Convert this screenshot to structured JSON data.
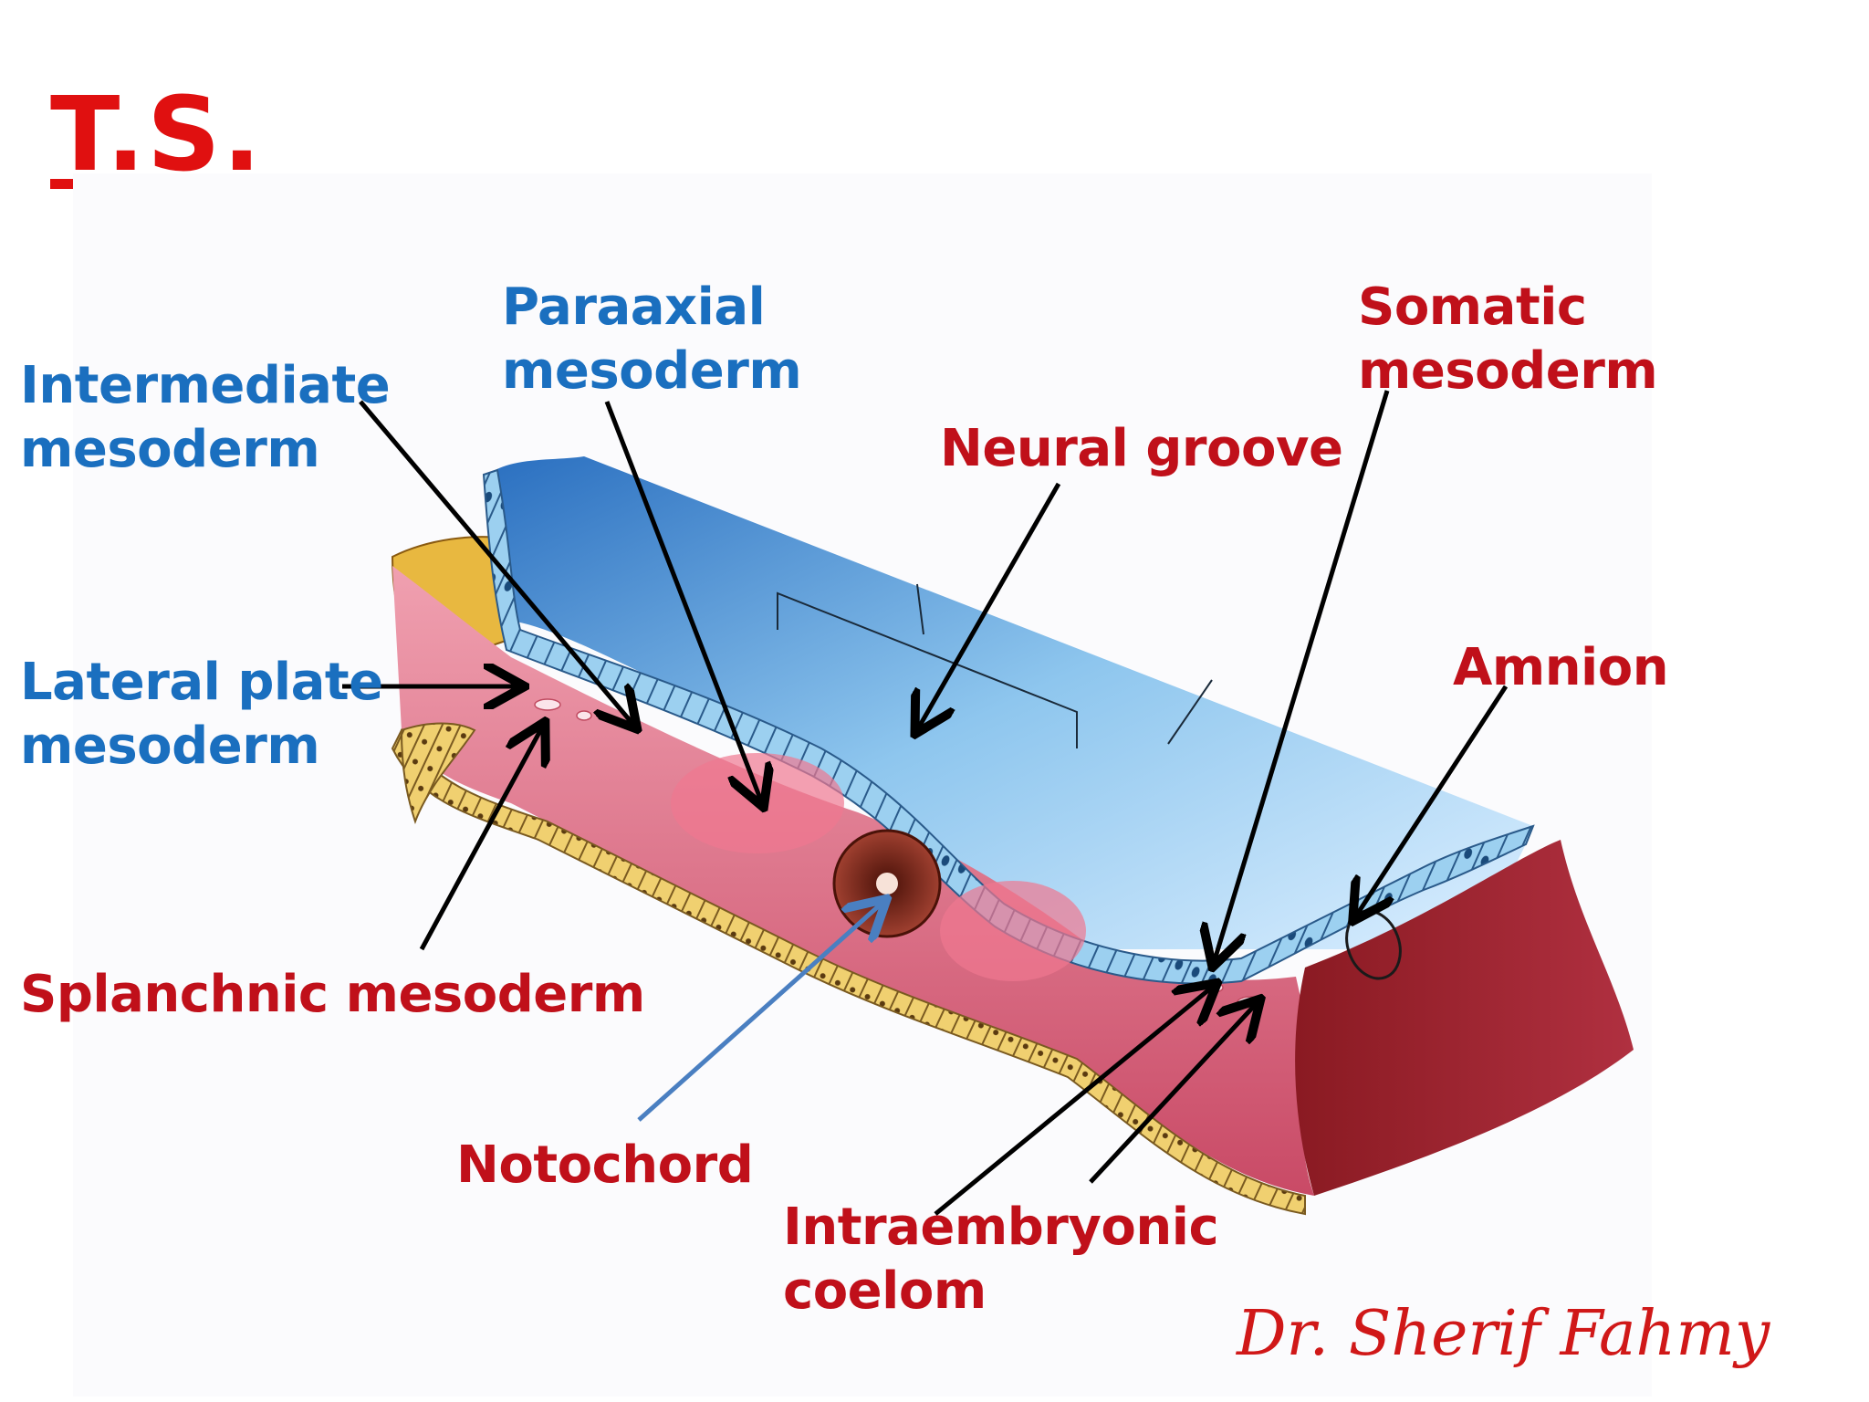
{
  "title": "T.S.",
  "labels": {
    "intermediate": [
      "Intermediate",
      "mesoderm"
    ],
    "paraaxial": [
      "Paraaxial",
      "mesoderm"
    ],
    "somatic": [
      "Somatic",
      "mesoderm"
    ],
    "neural_groove": "Neural groove",
    "lateral_plate": [
      "Lateral plate",
      "mesoderm"
    ],
    "amnion": "Amnion",
    "splanchnic": "Splanchnic mesoderm",
    "notochord": "Notochord",
    "coelom": [
      "Intraembryonic",
      "coelom"
    ]
  },
  "signature": "Dr. Sherif Fahmy",
  "colors": {
    "title": "#e01010",
    "blue_label": "#1a6fbf",
    "red_label": "#c0101a",
    "ectoderm": "#6fb4e0",
    "mesoderm": "#d9607a",
    "endoderm": "#e8c460",
    "notochord": "#7a2a20",
    "notochord_arrow": "#4a7fc1"
  }
}
